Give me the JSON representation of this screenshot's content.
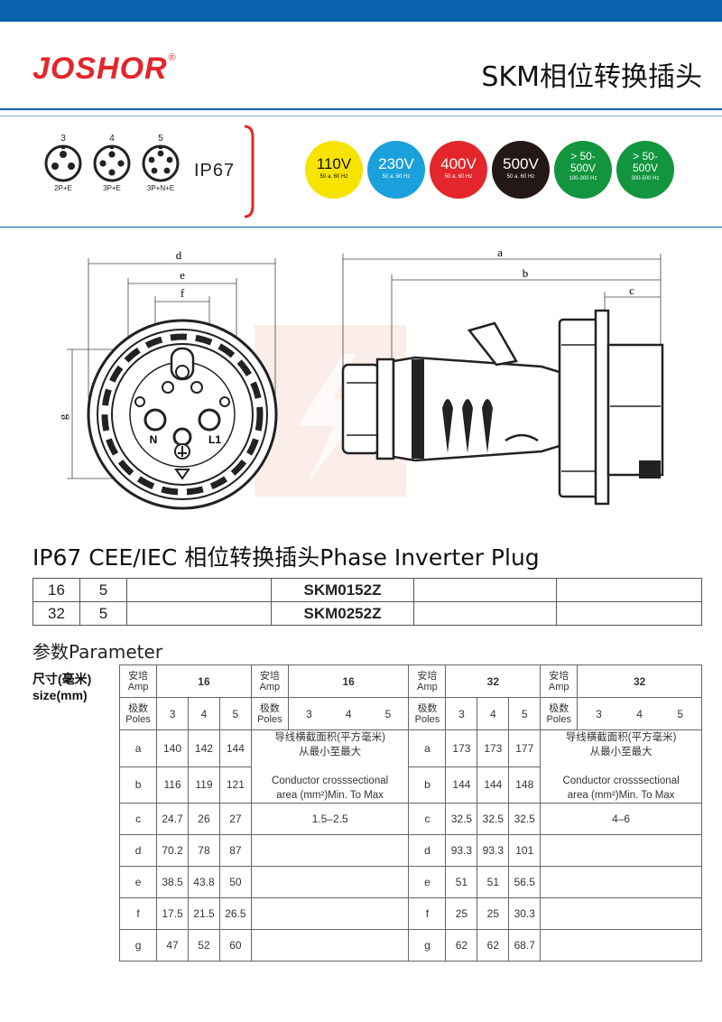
{
  "header": {
    "brand": "JOSHOR",
    "brand_mark": "®",
    "title": "SKM相位转换插头"
  },
  "sockets": [
    {
      "number": "3",
      "label": "2P+E"
    },
    {
      "number": "4",
      "label": "3P+E"
    },
    {
      "number": "5",
      "label": "3P+N+E"
    }
  ],
  "ip_rating": "IP67",
  "voltages": [
    {
      "voltage": "110V",
      "freq": "50 a. 60 Hz",
      "color": "#f7e300"
    },
    {
      "voltage": "230V",
      "freq": "50 a. 60 Hz",
      "color": "#1aa1dc"
    },
    {
      "voltage": "400V",
      "freq": "50 a. 60 Hz",
      "color": "#e3262b"
    },
    {
      "voltage": "500V",
      "freq": "50 a. 60 Hz",
      "color": "#231815"
    },
    {
      "voltage": "> 50-\n500V",
      "freq": "100-300 Hz",
      "color": "#12953e"
    },
    {
      "voltage": "> 50-\n500V",
      "freq": "300-500 Hz",
      "color": "#12953e"
    }
  ],
  "drawing": {
    "dims_front": [
      "d",
      "e",
      "f",
      "g"
    ],
    "dims_side": [
      "a",
      "b",
      "c"
    ],
    "pin_labels": [
      "N",
      "L1"
    ]
  },
  "product_title": "IP67 CEE/IEC 相位转换插头Phase Inverter Plug",
  "models": [
    {
      "amp": "16",
      "poles": "5",
      "model": "SKM0152Z"
    },
    {
      "amp": "32",
      "poles": "5",
      "model": "SKM0252Z"
    }
  ],
  "param": {
    "title": "参数Parameter",
    "size_label_cn": "尺寸(毫米)",
    "size_label_en": "size(mm)",
    "amp_cn": "安培",
    "amp_en": "Amp",
    "poles_cn": "极数",
    "poles_en": "Poles",
    "amps": [
      "16",
      "16",
      "32",
      "32"
    ],
    "poles": [
      "3",
      "4",
      "5"
    ],
    "cond_cn_1": "导线横截面积(平方毫米)",
    "cond_cn_2": "从最小至最大",
    "cond_en_1": "Conductor crosssectional",
    "cond_en_2": "area (mm²)Min. To Max",
    "cond_16": "1.5–2.5",
    "cond_32": "4–6",
    "rows": [
      {
        "dim": "a",
        "v16": [
          "140",
          "142",
          "144"
        ],
        "v32": [
          "173",
          "173",
          "177"
        ]
      },
      {
        "dim": "b",
        "v16": [
          "116",
          "119",
          "121"
        ],
        "v32": [
          "144",
          "144",
          "148"
        ]
      },
      {
        "dim": "c",
        "v16": [
          "24.7",
          "26",
          "27"
        ],
        "v32": [
          "32.5",
          "32.5",
          "32.5"
        ]
      },
      {
        "dim": "d",
        "v16": [
          "70.2",
          "78",
          "87"
        ],
        "v32": [
          "93.3",
          "93.3",
          "101"
        ]
      },
      {
        "dim": "e",
        "v16": [
          "38.5",
          "43.8",
          "50"
        ],
        "v32": [
          "51",
          "51",
          "56.5"
        ]
      },
      {
        "dim": "f",
        "v16": [
          "17.5",
          "21.5",
          "26.5"
        ],
        "v32": [
          "25",
          "25",
          "30.3"
        ]
      },
      {
        "dim": "g",
        "v16": [
          "47",
          "52",
          "60"
        ],
        "v32": [
          "62",
          "62",
          "68.7"
        ]
      }
    ]
  }
}
